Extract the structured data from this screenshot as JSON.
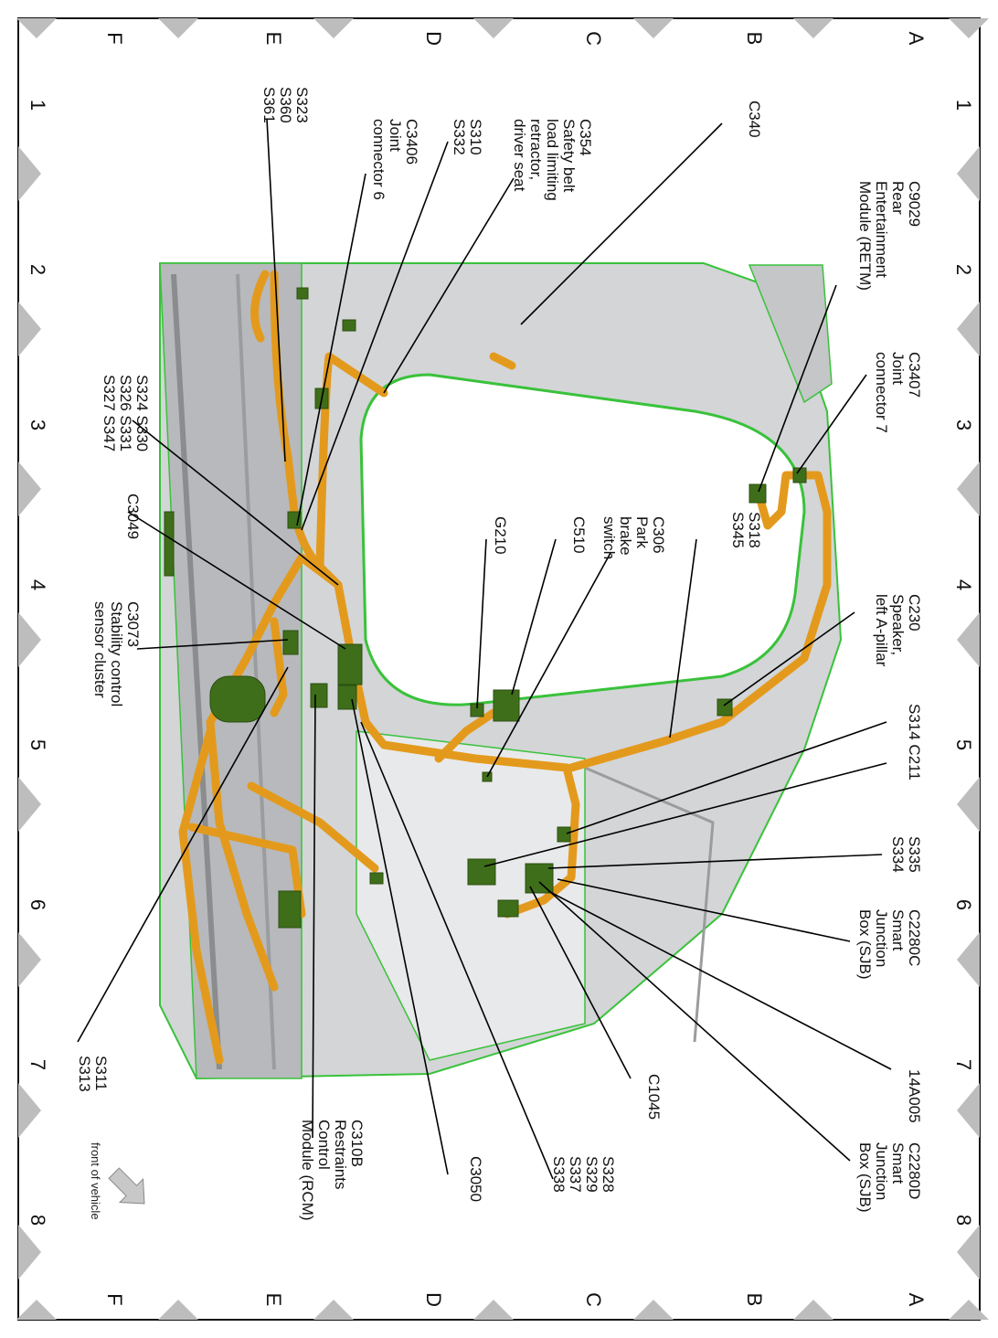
{
  "grid": {
    "letters": [
      "A",
      "B",
      "C",
      "D",
      "E",
      "F"
    ],
    "numbers": [
      "1",
      "2",
      "3",
      "4",
      "5",
      "6",
      "7",
      "8"
    ]
  },
  "callouts": [
    {
      "id": "c9029",
      "lines": [
        "C9029",
        "Rear",
        "Entertainment",
        "Module (RETM)"
      ]
    },
    {
      "id": "c3407",
      "lines": [
        "C3407",
        "Joint",
        "connector 7"
      ]
    },
    {
      "id": "c230",
      "lines": [
        "C230",
        "Speaker,",
        "left A-pillar"
      ]
    },
    {
      "id": "s314c211",
      "lines": [
        "S314 C211"
      ]
    },
    {
      "id": "s335",
      "lines": [
        "S335",
        "S334"
      ]
    },
    {
      "id": "c2280c",
      "lines": [
        "C2280C",
        "Smart",
        "Junction",
        "Box (SJB)"
      ]
    },
    {
      "id": "a14005",
      "lines": [
        "14A005"
      ]
    },
    {
      "id": "c2280d",
      "lines": [
        "C2280D",
        "Smart",
        "Junction",
        "Box (SJB)"
      ]
    },
    {
      "id": "c340",
      "lines": [
        "C340"
      ]
    },
    {
      "id": "s318",
      "lines": [
        "S318",
        "S345"
      ]
    },
    {
      "id": "c306",
      "lines": [
        "C306",
        "Park",
        "brake",
        "switch"
      ]
    },
    {
      "id": "c510",
      "lines": [
        "C510"
      ]
    },
    {
      "id": "g210",
      "lines": [
        "G210"
      ]
    },
    {
      "id": "c1045",
      "lines": [
        "C1045"
      ]
    },
    {
      "id": "s328",
      "lines": [
        "S328",
        "S329",
        "S337",
        "S338"
      ]
    },
    {
      "id": "c354",
      "lines": [
        "C354",
        "Safety belt",
        "load limiting",
        "retractor,",
        "driver seat"
      ]
    },
    {
      "id": "s310",
      "lines": [
        "S310",
        "S332"
      ]
    },
    {
      "id": "c3406",
      "lines": [
        "C3406",
        "Joint",
        "connector 6"
      ]
    },
    {
      "id": "c3050",
      "lines": [
        "C3050"
      ]
    },
    {
      "id": "s323",
      "lines": [
        "S323",
        "S360",
        "S361"
      ]
    },
    {
      "id": "s324",
      "lines": [
        "S324  S330",
        "S326  S331",
        "S327  S347"
      ]
    },
    {
      "id": "c3049",
      "lines": [
        "C3049"
      ]
    },
    {
      "id": "c3073",
      "lines": [
        "C3073",
        "Stability control",
        "sensor cluster"
      ]
    },
    {
      "id": "c310b",
      "lines": [
        "C310B",
        "Restraints",
        "Control",
        "Module (RCM)"
      ]
    },
    {
      "id": "s311",
      "lines": [
        "S311",
        "S313"
      ]
    }
  ],
  "front_label": "front of vehicle",
  "colors": {
    "harness": "#e39a1c",
    "connector": "#3f6e1a",
    "body": "#c9cbcd",
    "outline": "#39c23a",
    "marker": "#bdbdbd"
  }
}
